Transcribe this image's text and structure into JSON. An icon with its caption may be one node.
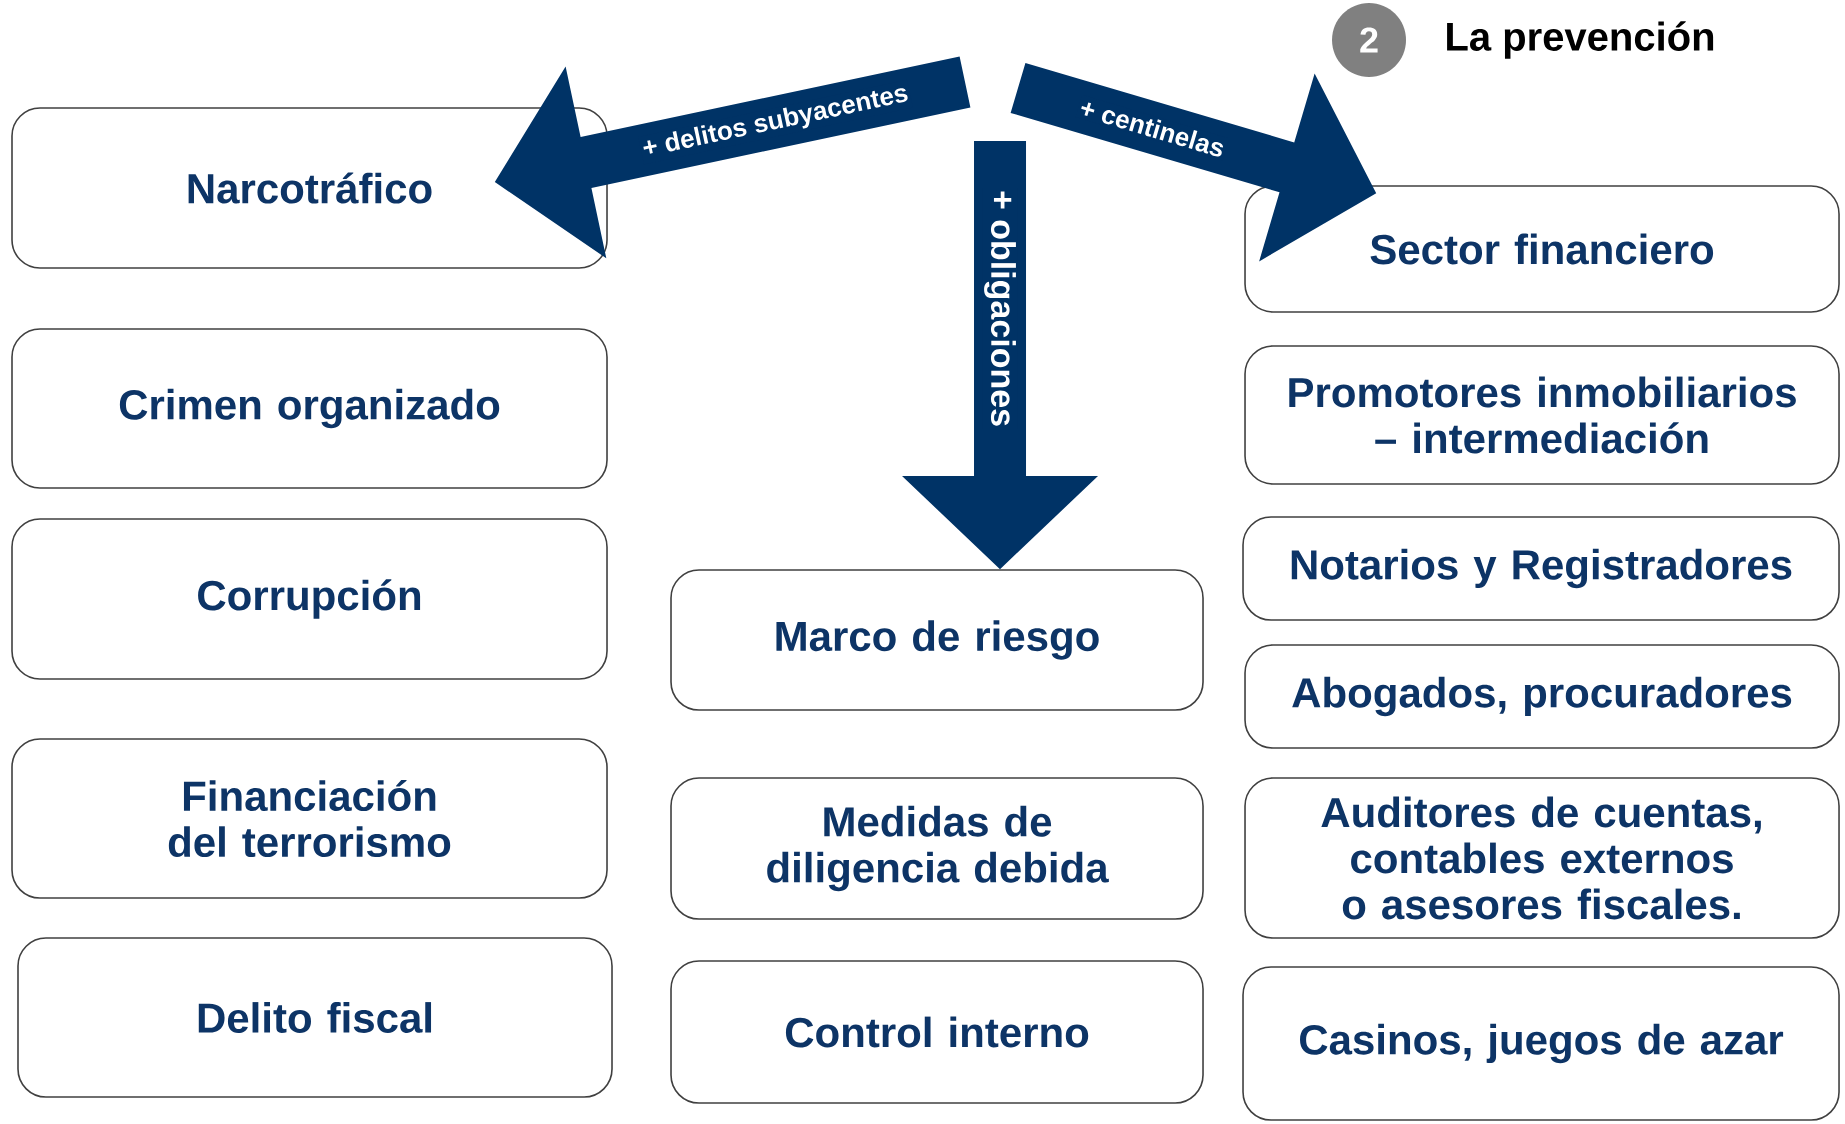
{
  "diagram": {
    "title": "La prevención",
    "nodes": [
      {
        "text": [
          "Narcotráfico"
        ]
      },
      {
        "text": [
          "Crimen organizado"
        ]
      },
      {
        "text": [
          "Corrupción"
        ]
      },
      {
        "text": [
          "Financiación del terrorismo"
        ]
      },
      {
        "text": [
          "Delito fiscal"
        ]
      },
      {
        "text": [
          "Marco de riesgo"
        ]
      },
      {
        "text": [
          "Medidas de diligencia debida"
        ]
      },
      {
        "text": [
          "Control interno"
        ]
      },
      {
        "text": [
          "Sector financiero"
        ]
      },
      {
        "text": [
          "Promotores inmobiliarios – intermediación"
        ]
      },
      {
        "text": [
          "Notarios y Registradores"
        ]
      },
      {
        "text": [
          "Abogados, procuradores"
        ]
      },
      {
        "text": [
          "Auditores de cuentas, contables externos o asesores fiscales."
        ]
      },
      {
        "text": [
          "Casinos, juegos de azar"
        ]
      }
    ],
    "edges": [
      {
        "from": null,
        "to": 0,
        "arrow": "to",
        "label": "+ delitos subyacentes"
      },
      {
        "from": null,
        "to": 5,
        "arrow": "to",
        "label": "+ obligaciones"
      },
      {
        "from": null,
        "to": 8,
        "arrow": "to",
        "label": "+ centinelas"
      }
    ],
    "labels": [
      "2"
    ]
  }
}
